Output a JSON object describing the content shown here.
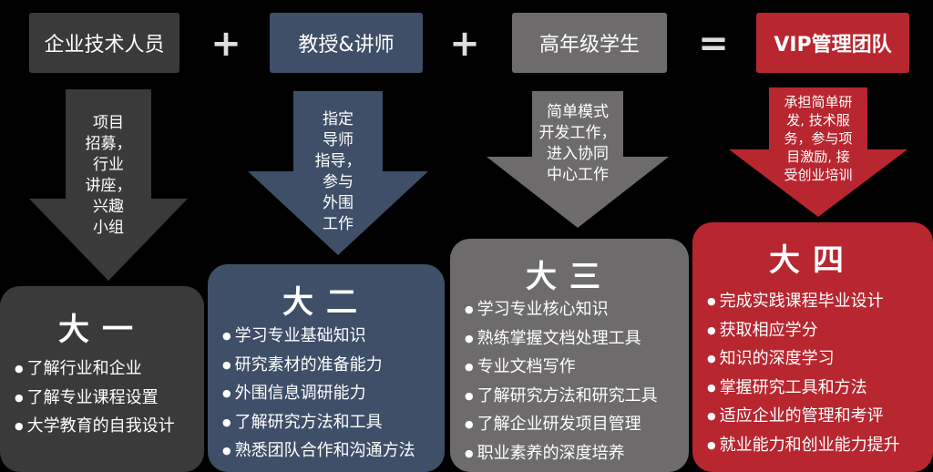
{
  "top": {
    "box1": "企业技术人员",
    "op1": "+",
    "box2": "教授&讲师",
    "op2": "+",
    "box3": "高年级学生",
    "op3": "=",
    "box4": "VIP管理团队"
  },
  "arrows": [
    {
      "lines": [
        "项目",
        "招募，",
        "行业",
        "讲座，",
        "兴趣",
        "小组"
      ]
    },
    {
      "lines": [
        "指定",
        "导师",
        "指导，",
        "参与",
        "外围",
        "工作"
      ]
    },
    {
      "lines": [
        "简单模式",
        "开发工作，",
        "进入协同",
        "中心工作"
      ]
    },
    {
      "lines": [
        "承担简单研",
        "发, 技术服",
        "务，参与项",
        "目激励, 接",
        "受创业培训"
      ]
    }
  ],
  "cards": [
    {
      "title": "大一",
      "items": [
        "了解行业和企业",
        "了解专业课程设置",
        "大学教育的自我设计"
      ]
    },
    {
      "title": "大二",
      "items": [
        "学习专业基础知识",
        "研究素材的准备能力",
        "外围信息调研能力",
        "了解研究方法和工具",
        "熟悉团队合作和沟通方法"
      ]
    },
    {
      "title": "大三",
      "items": [
        "学习专业核心知识",
        "熟练掌握文档处理工具",
        "专业文档写作",
        "了解研究方法和研究工具",
        "了解企业研发项目管理",
        "职业素养的深度培养"
      ]
    },
    {
      "title": "大四",
      "items": [
        "完成实践课程毕业设计",
        "获取相应学分",
        "知识的深度学习",
        "掌握研究工具和方法",
        "适应企业的管理和考评",
        "就业能力和创业能力提升"
      ]
    }
  ],
  "colors": {
    "col1": "#3a3a3a",
    "col2": "#3e4f67",
    "col3": "#6d6b6b",
    "col4": "#b8262f"
  }
}
